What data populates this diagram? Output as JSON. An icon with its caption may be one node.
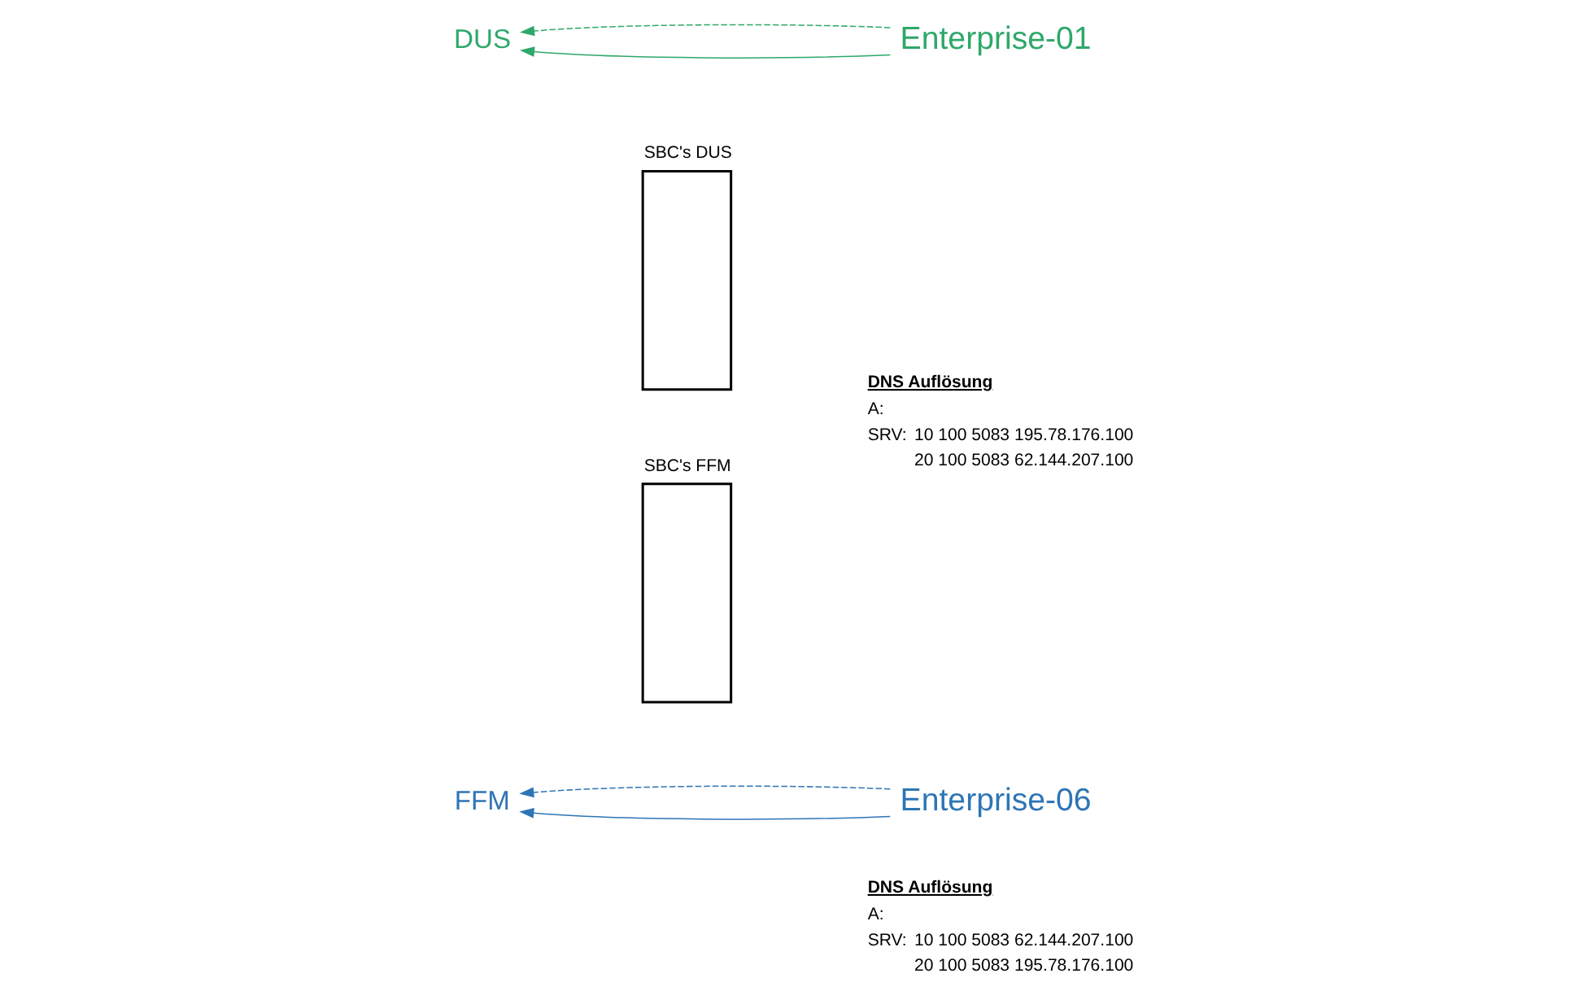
{
  "diagram": {
    "nodes": [
      {
        "text": [
          "DUS"
        ]
      },
      {
        "text": [
          "SBC's DUS"
        ]
      },
      {
        "text": [
          "Enterprise-01"
        ]
      },
      {
        "text": [
          "SBC's FFM"
        ]
      },
      {
        "text": [
          "Enterprise-06"
        ]
      },
      {
        "text": [
          "FFM"
        ]
      }
    ],
    "edges": [
      {
        "from": 2,
        "to": 0,
        "arrow": "to",
        "color": "#2ea86a"
      },
      {
        "from": 2,
        "to": 0,
        "arrow": "to",
        "style": "dashed",
        "color": "#2ea86a"
      },
      {
        "from": 4,
        "to": 5,
        "arrow": "to",
        "color": "#2e75b6"
      },
      {
        "from": 4,
        "to": 5,
        "arrow": "to",
        "style": "dashed",
        "color": "#2e75b6"
      }
    ],
    "labels": [
      "DNS Auflösung",
      "A:",
      "SRV:",
      "10 100 5083 195.78.176.100",
      "20 100 5083 62.144.207.100",
      "DNS Auflösung",
      "A:",
      "SRV:",
      "10 100 5083 62.144.207.100",
      "20 100 5083 195.78.176.100"
    ]
  }
}
